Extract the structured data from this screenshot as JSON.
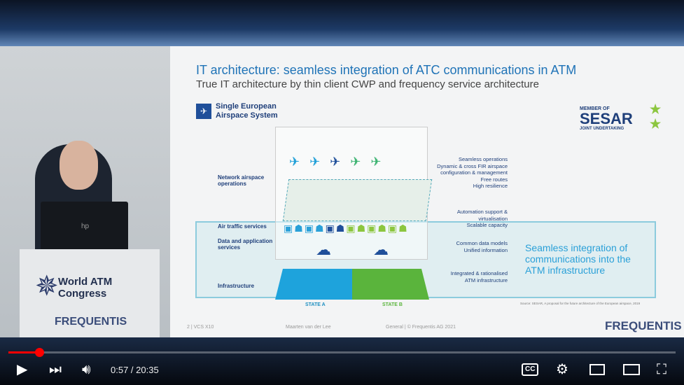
{
  "slide": {
    "title": "IT architecture: seamless integration of ATC communications in ATM",
    "subtitle": "True IT architecture by thin client CWP and frequency service architecture",
    "ses_logo": "Single European Airspace System",
    "sesar_member": "MEMBER OF",
    "sesar": "SESAR",
    "sesar_ju": "JOINT UNDERTAKING",
    "left_labels": [
      "Network airspace operations",
      "Air traffic services",
      "Data and application services",
      "Infrastructure"
    ],
    "right_labels": [
      "Seamless operations",
      "Dynamic & cross FIR airspace",
      "configuration & management",
      "Free routes",
      "High resilience",
      "Automation support &",
      "virtualisation",
      "Scalable capacity",
      "Common data models",
      "Unified information",
      "Integrated & rationalised",
      "ATM infrastructure"
    ],
    "state_a": "STATE A",
    "state_b": "STATE B",
    "callout": "Seamless integration of communications into the ATM infrastructure",
    "source": "Source: SESAR, A proposal for the future architecture of the European airspace, 2019",
    "footer_page": "2  | VCS X10",
    "footer_author": "Maarten van der Lee",
    "footer_copy": "General  |  © Frequentis AG 2021",
    "footer_logo": "FREQUENTIS",
    "state_a_color": "#1ea3dc",
    "state_b_color": "#5ab43c"
  },
  "podium": {
    "congress": "World ATM Congress",
    "brand": "FREQUENTIS",
    "laptop": "hp"
  },
  "player": {
    "time": "0:57 / 20:35",
    "progress": 0.046,
    "icons": [
      "play-icon",
      "next-icon",
      "volume-icon",
      "captions-icon",
      "settings-icon",
      "miniplayer-icon",
      "theater-icon",
      "fullscreen-icon"
    ],
    "accent": "#ff0000",
    "cc": "CC"
  }
}
